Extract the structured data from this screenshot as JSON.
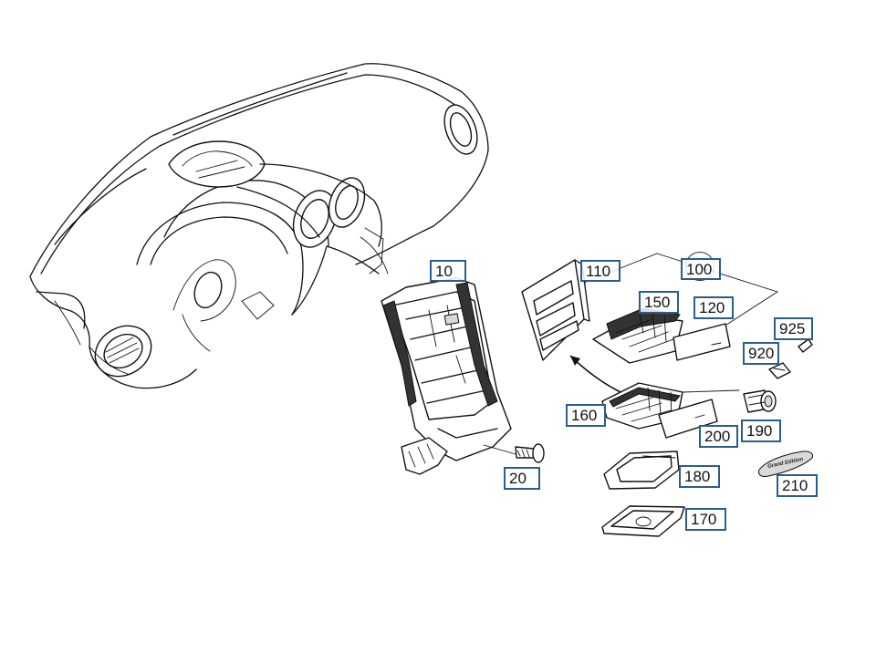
{
  "diagram": {
    "callouts": [
      {
        "id": "10",
        "label": "10"
      },
      {
        "id": "20",
        "label": "20"
      },
      {
        "id": "100",
        "label": "100"
      },
      {
        "id": "110",
        "label": "110"
      },
      {
        "id": "120",
        "label": "120"
      },
      {
        "id": "150",
        "label": "150"
      },
      {
        "id": "160",
        "label": "160"
      },
      {
        "id": "170",
        "label": "170"
      },
      {
        "id": "180",
        "label": "180"
      },
      {
        "id": "190",
        "label": "190"
      },
      {
        "id": "200",
        "label": "200"
      },
      {
        "id": "210",
        "label": "210"
      },
      {
        "id": "920",
        "label": "920"
      },
      {
        "id": "925",
        "label": "925"
      }
    ],
    "badge_text": "Grand Edition",
    "colors": {
      "callout_border": "#2a5d8f",
      "line": "#111111"
    }
  }
}
